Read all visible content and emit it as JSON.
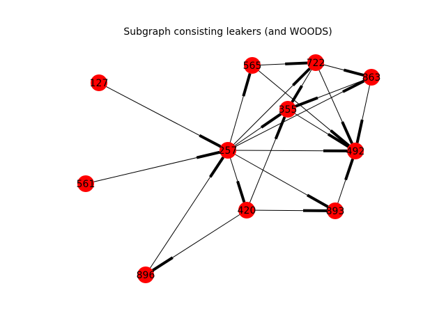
{
  "title": "Subgraph consisting leakers (and WOODS)",
  "style": {
    "node_color": "#ff0000",
    "edge_color": "#000000",
    "label_color": "#000000"
  },
  "nodes": [
    {
      "id": "127",
      "label": "127"
    },
    {
      "id": "565",
      "label": "565"
    },
    {
      "id": "722",
      "label": "722"
    },
    {
      "id": "863",
      "label": "863"
    },
    {
      "id": "355",
      "label": "355"
    },
    {
      "id": "257",
      "label": "257"
    },
    {
      "id": "492",
      "label": "492"
    },
    {
      "id": "561",
      "label": "561"
    },
    {
      "id": "420",
      "label": "420"
    },
    {
      "id": "893",
      "label": "893"
    },
    {
      "id": "896",
      "label": "896"
    }
  ],
  "edges": [
    {
      "source": "127",
      "target": "257"
    },
    {
      "source": "561",
      "target": "257"
    },
    {
      "source": "896",
      "target": "257"
    },
    {
      "source": "420",
      "target": "896"
    },
    {
      "source": "257",
      "target": "565"
    },
    {
      "source": "257",
      "target": "722"
    },
    {
      "source": "257",
      "target": "355"
    },
    {
      "source": "257",
      "target": "863"
    },
    {
      "source": "257",
      "target": "492"
    },
    {
      "source": "257",
      "target": "420"
    },
    {
      "source": "257",
      "target": "893"
    },
    {
      "source": "565",
      "target": "722"
    },
    {
      "source": "565",
      "target": "492"
    },
    {
      "source": "722",
      "target": "863"
    },
    {
      "source": "722",
      "target": "355"
    },
    {
      "source": "722",
      "target": "492"
    },
    {
      "source": "863",
      "target": "355"
    },
    {
      "source": "863",
      "target": "492"
    },
    {
      "source": "355",
      "target": "492"
    },
    {
      "source": "420",
      "target": "355"
    },
    {
      "source": "420",
      "target": "893"
    },
    {
      "source": "893",
      "target": "492"
    }
  ]
}
